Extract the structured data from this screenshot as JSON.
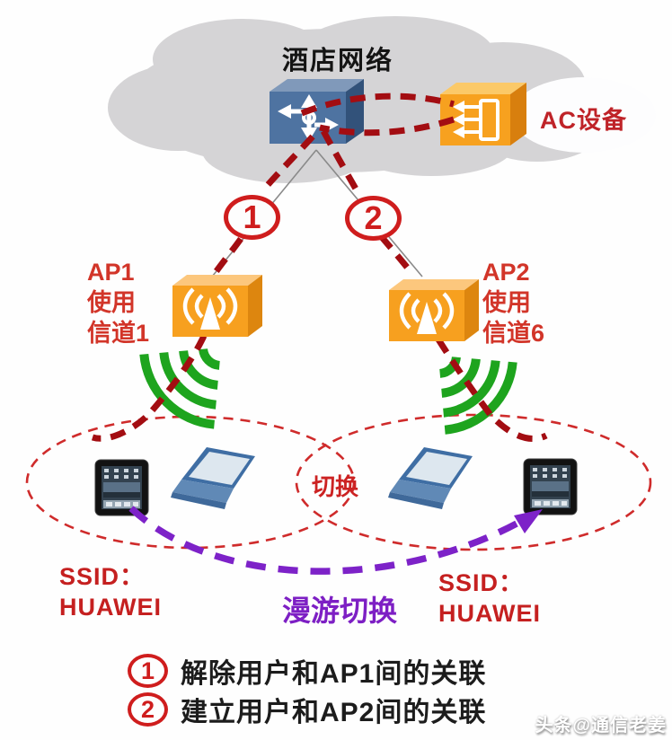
{
  "diagram": {
    "cloud_title": "酒店网络",
    "ac_device": {
      "label": "AC设备"
    },
    "ap1": {
      "line1": "AP1",
      "line2": "使用",
      "line3": "信道1"
    },
    "ap2": {
      "line1": "AP2",
      "line2": "使用",
      "line3": "信道6"
    },
    "step1": "1",
    "step2": "2",
    "handover_label": "切换",
    "roaming_label": "漫游切换",
    "ssid_left": {
      "line1": "SSID：",
      "line2": "HUAWEI"
    },
    "ssid_right": {
      "line1": "SSID：",
      "line2": "HUAWEI"
    },
    "legend": {
      "items": [
        {
          "num": "1",
          "text": "解除用户和AP1间的关联"
        },
        {
          "num": "2",
          "text": "建立用户和AP2间的关联"
        }
      ]
    },
    "watermark": "头条@通信老姜"
  },
  "colors": {
    "association_path_red": "#a30d12",
    "coverage_ellipse_red": "#cf2b2b",
    "label_red": "#c52020",
    "roaming_purple": "#7d1fc4",
    "wifi_green": "#1ea41e",
    "device_orange": "#f5a01f",
    "switch_blue": "#4e73a1",
    "cloud_gray": "#d5d4d6"
  }
}
